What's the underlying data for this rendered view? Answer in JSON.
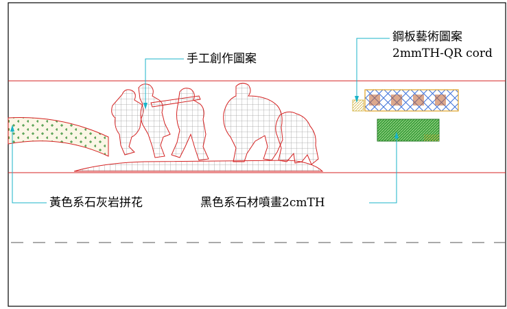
{
  "labels": {
    "handmade_pattern": "手工創作圖案",
    "steel_art_line1": "鋼板藝術圖案",
    "steel_art_line2": "2mmTH-QR cord",
    "yellow_stone": "黃色系石灰岩拼花",
    "black_stone": "黑色系石材噴畫2cmTH"
  },
  "colors": {
    "background": "#ffffff",
    "frame": "#000000",
    "band_line": "#d42020",
    "leader": "#1ab3c9",
    "silhouette": "#d42020",
    "grid_fill": "#9e9e9e",
    "yellow_hatch": "#d8bd5a",
    "yellow_dots": "#2e8b2e",
    "steel_pattern_outline": "#e0a020",
    "steel_pattern_cross": "#3a6fd8",
    "steel_pattern_text": "#c06030",
    "green_block": "#3ca03c",
    "dashed_line": "#555555"
  }
}
